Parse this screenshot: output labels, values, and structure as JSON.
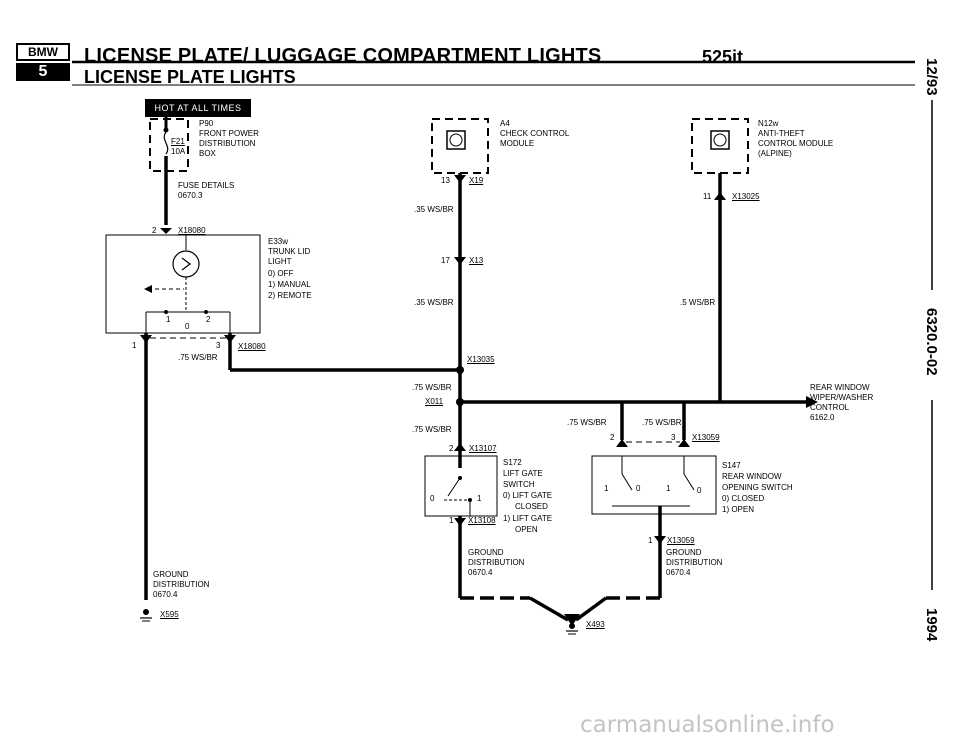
{
  "header": {
    "logo_top": "BMW",
    "logo_bottom": "5",
    "title": "LICENSE PLATE/ LUGGAGE COMPARTMENT LIGHTS",
    "subtitle": "LICENSE PLATE LIGHTS",
    "model": "525it"
  },
  "side": {
    "date": "12/93",
    "doc": "6320.0-02",
    "year": "1994"
  },
  "hot_at_all_times": "HOT AT ALL TIMES",
  "fuse": {
    "ref": "P90",
    "desc1": "FRONT POWER",
    "desc2": "DISTRIBUTION",
    "desc3": "BOX",
    "id": "F21",
    "rating": "10A",
    "details1": "FUSE DETAILS",
    "details2": "0670.3"
  },
  "trunk_lid": {
    "pin": "2",
    "connector": "X18080",
    "ref": "E33w",
    "line1": "TRUNK LID",
    "line2": "LIGHT",
    "opt0": "0)  OFF",
    "opt1": "1)  MANUAL",
    "opt2": "2)  REMOTE",
    "sw1": "1",
    "sw2": "2",
    "sw0": "0",
    "pin_out1": "1",
    "pin_out3": "3",
    "connector_out": "X18080",
    "wire_out": ".75 WS/BR"
  },
  "check_control": {
    "ref": "A4",
    "line1": "CHECK CONTROL",
    "line2": "MODULE",
    "pin": "13",
    "connector": "X19",
    "wire": ".35 WS/BR",
    "pin2": "17",
    "connector2": "X13",
    "wire2": ".35 WS/BR"
  },
  "splices": {
    "x13035": "X13035",
    "wire_a": ".75 WS/BR",
    "x011": "X011",
    "wire_b": ".75 WS/BR"
  },
  "anti_theft": {
    "ref": "N12w",
    "line1": "ANTI-THEFT",
    "line2": "CONTROL MODULE",
    "line3": "(ALPINE)",
    "pin": "11",
    "connector": "X13025",
    "wire": ".5 WS/BR"
  },
  "rear_window": {
    "line1": "REAR WINDOW",
    "line2": "WIPER/WASHER",
    "line3": "CONTROL",
    "line4": "6162.0"
  },
  "lift_gate": {
    "pin": "2",
    "connector": "X13107",
    "ref": "S172",
    "line1": "LIFT GATE",
    "line2": "SWITCH",
    "opt0a": "0)  LIFT GATE",
    "opt0b": "CLOSED",
    "opt1a": "1)  LIFT GATE",
    "opt1b": "OPEN",
    "sw0": "0",
    "sw1": "1",
    "pin_out": "1",
    "connector_out": "X13108"
  },
  "rear_switch": {
    "wire_l": ".75 WS/BR",
    "wire_r": ".75 WS/BR",
    "pin_l": "2",
    "pin_r": "3",
    "connector": "X13059",
    "ref": "S147",
    "line1": "REAR WINDOW",
    "line2": "OPENING SWITCH",
    "opt0": "0)  CLOSED",
    "opt1": "1)  OPEN",
    "sw1a": "1",
    "sw0a": "0",
    "sw1b": "1",
    "sw0b": "0",
    "pin_out": "1",
    "connector_out": "X13059"
  },
  "grounds": {
    "left1": "GROUND",
    "left2": "DISTRIBUTION",
    "left3": "0670.4",
    "left_ground": "X595",
    "mid1": "GROUND",
    "mid2": "DISTRIBUTION",
    "mid3": "0670.4",
    "right1": "GROUND",
    "right2": "DISTRIBUTION",
    "right3": "0670.4",
    "center_ground": "X493"
  },
  "watermark": "carmanualsonline.info"
}
